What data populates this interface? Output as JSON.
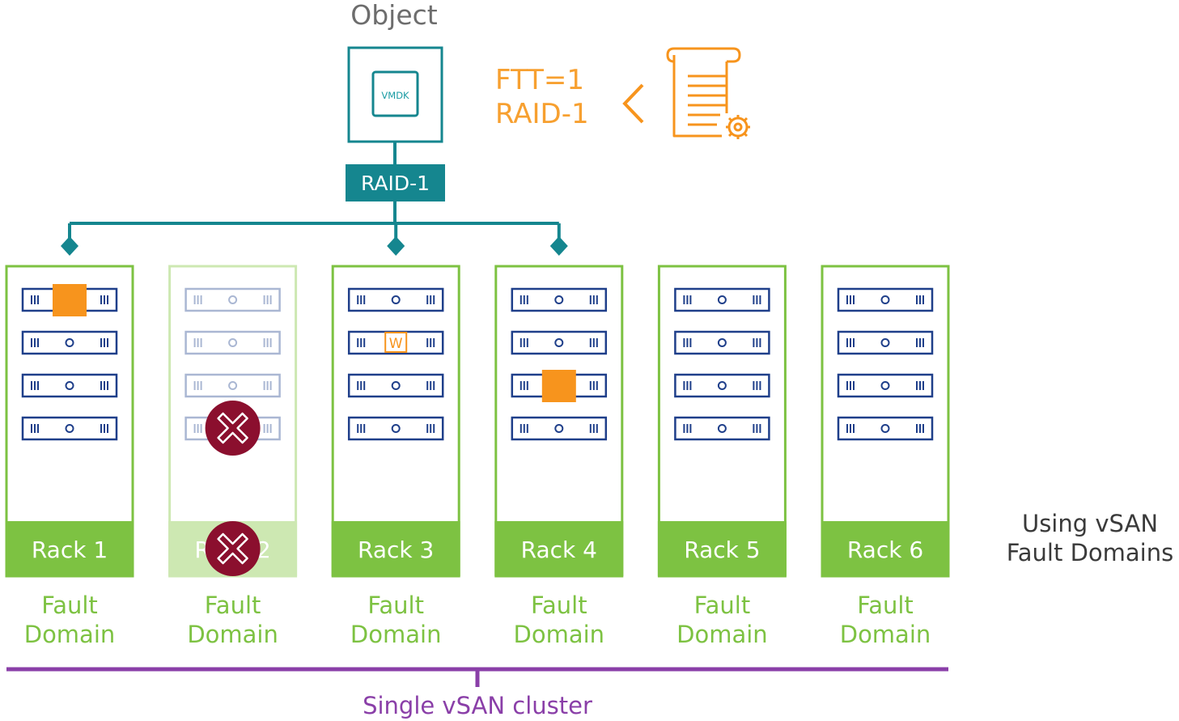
{
  "object": {
    "label": "Object",
    "disk_label": "VMDK",
    "raid_label": "RAID-1"
  },
  "policy": {
    "ftt": "FTT=1",
    "raid": "RAID-1",
    "icon": "policy-document-gear-icon",
    "arrow_icon": "chevron-left-icon"
  },
  "racks": [
    {
      "label": "Rack 1",
      "domain_line1": "Fault",
      "domain_line2": "Domain",
      "failed": false,
      "connected": true,
      "component": {
        "type": "replica",
        "server": 0
      }
    },
    {
      "label": "Rack 2",
      "domain_line1": "Fault",
      "domain_line2": "Domain",
      "failed": true,
      "connected": false,
      "component": null
    },
    {
      "label": "Rack 3",
      "domain_line1": "Fault",
      "domain_line2": "Domain",
      "failed": false,
      "connected": true,
      "component": {
        "type": "witness",
        "server": 1,
        "label": "W"
      }
    },
    {
      "label": "Rack 4",
      "domain_line1": "Fault",
      "domain_line2": "Domain",
      "failed": false,
      "connected": true,
      "component": {
        "type": "replica",
        "server": 2
      }
    },
    {
      "label": "Rack 5",
      "domain_line1": "Fault",
      "domain_line2": "Domain",
      "failed": false,
      "connected": false,
      "component": null
    },
    {
      "label": "Rack 6",
      "domain_line1": "Fault",
      "domain_line2": "Domain",
      "failed": false,
      "connected": false,
      "component": null
    }
  ],
  "servers_per_rack": 4,
  "cluster_label": "Single vSAN cluster",
  "side_note": {
    "line1": "Using vSAN",
    "line2": "Fault Domains"
  },
  "colors": {
    "teal": "#15868f",
    "green": "#7dc242",
    "green_faded": "#cde8b2",
    "navy": "#1f3f8a",
    "orange": "#f7941d",
    "purple": "#8a3fa8",
    "failure_red": "#8b0f2e"
  }
}
